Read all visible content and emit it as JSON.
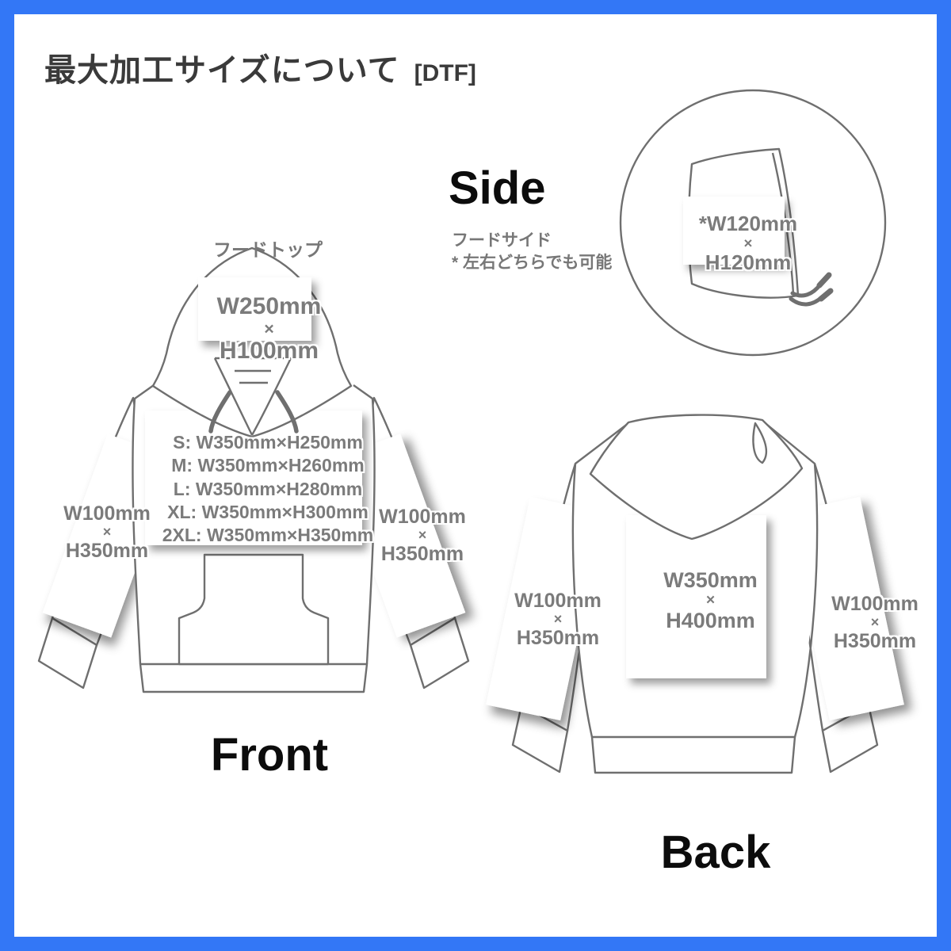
{
  "frame_color": "#3377F6",
  "title": {
    "text": "最大加工サイズについて",
    "tag": "[DTF]"
  },
  "side": {
    "heading": "Side",
    "note1": "フードサイド",
    "note2": "* 左右どちらでも可能",
    "hood_size": {
      "w": "*W120mm",
      "times": "×",
      "h": "H120mm"
    }
  },
  "front": {
    "heading": "Front",
    "hood_top_caption": "フードトップ",
    "hood_size": {
      "w": "W250mm",
      "times": "×",
      "h": "H100mm"
    },
    "chest_sizes": [
      "S: W350mm×H250mm",
      "M: W350mm×H260mm",
      "L: W350mm×H280mm",
      "XL: W350mm×H300mm",
      "2XL: W350mm×H350mm"
    ],
    "left_sleeve": {
      "w": "W100mm",
      "times": "×",
      "h": "H350mm"
    },
    "right_sleeve": {
      "w": "W100mm",
      "times": "×",
      "h": "H350mm"
    }
  },
  "back": {
    "heading": "Back",
    "center_size": {
      "w": "W350mm",
      "times": "×",
      "h": "H400mm"
    },
    "left_sleeve": {
      "w": "W100mm",
      "times": "×",
      "h": "H350mm"
    },
    "right_sleeve": {
      "w": "W100mm",
      "times": "×",
      "h": "H350mm"
    }
  }
}
